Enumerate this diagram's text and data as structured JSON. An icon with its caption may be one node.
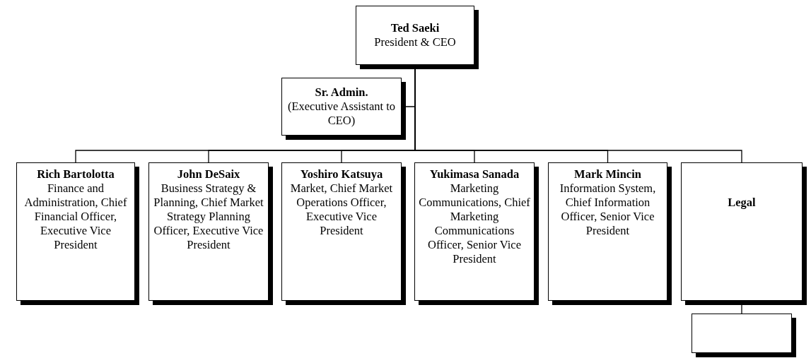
{
  "diagram": {
    "nodes": [
      {
        "text": [
          "Ted Saeki",
          "President & CEO"
        ]
      },
      {
        "text": [
          "Sr. Admin.",
          "(Executive Assistant to CEO)"
        ]
      },
      {
        "text": [
          "Rich Bartolotta",
          "Finance and Administration, Chief Financial Officer, Executive Vice President"
        ]
      },
      {
        "text": [
          "John DeSaix",
          "Business Strategy & Planning, Chief Market Strategy Planning Officer, Executive Vice President"
        ]
      },
      {
        "text": [
          "Yoshiro Katsuya",
          "Market, Chief Market Operations Officer, Executive Vice President"
        ]
      },
      {
        "text": [
          "Yukimasa Sanada",
          "Marketing Communications, Chief Marketing Communications Officer, Senior Vice President"
        ]
      },
      {
        "text": [
          "Mark Mincin",
          "Information System, Chief Information Officer, Senior Vice President"
        ]
      },
      {
        "text": [
          "Legal"
        ]
      },
      {
        "text": [],
        "shape": "box"
      }
    ],
    "edges": [
      {
        "from": 0,
        "to": 1,
        "arrow": "none"
      },
      {
        "from": 0,
        "to": 2,
        "arrow": "none"
      },
      {
        "from": 0,
        "to": 3,
        "arrow": "none"
      },
      {
        "from": 0,
        "to": 4,
        "arrow": "none"
      },
      {
        "from": 0,
        "to": 5,
        "arrow": "none"
      },
      {
        "from": 0,
        "to": 6,
        "arrow": "none"
      },
      {
        "from": 0,
        "to": 7,
        "arrow": "none"
      },
      {
        "from": 7,
        "to": 8,
        "arrow": "none"
      }
    ]
  }
}
